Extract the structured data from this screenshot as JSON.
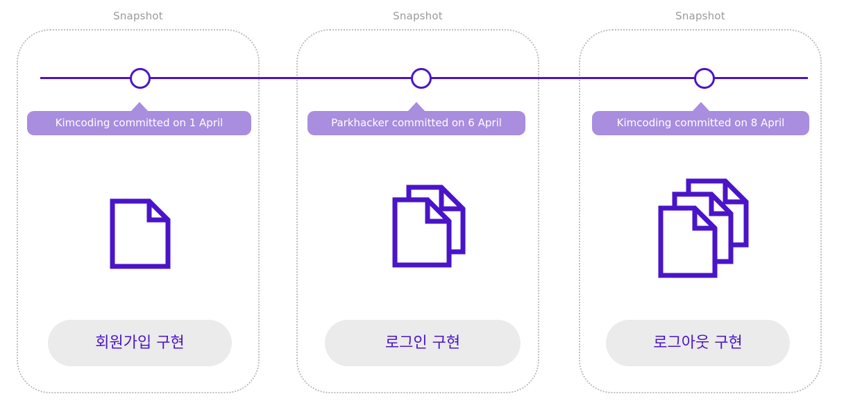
{
  "snapshots": [
    {
      "label": "Snapshot",
      "commit": "Kimcoding committed on 1 April",
      "feature": "회원가입 구현",
      "file_count": 1
    },
    {
      "label": "Snapshot",
      "commit": "Parkhacker committed on 6 April",
      "feature": "로그인 구현",
      "file_count": 2
    },
    {
      "label": "Snapshot",
      "commit": "Kimcoding committed on 8 April",
      "feature": "로그아웃 구현",
      "file_count": 3
    }
  ],
  "colors": {
    "accent": "#4a14c8",
    "commit_label_bg": "#a98ddf",
    "pill_bg": "#ebebeb",
    "panel_border": "#bdbdbd",
    "snapshot_text": "#9a9a9a"
  }
}
